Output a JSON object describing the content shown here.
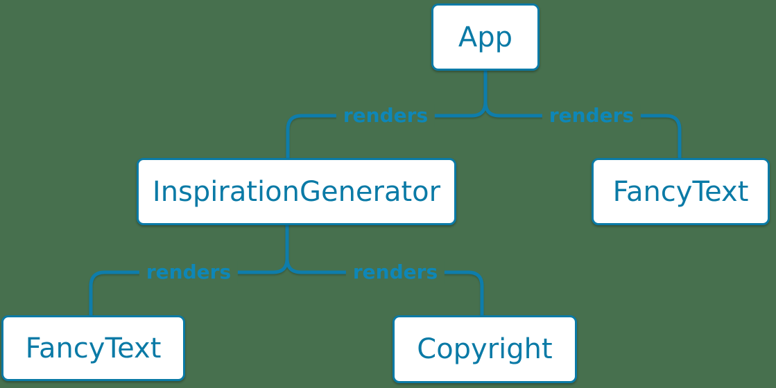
{
  "diagram": {
    "type": "component-render-tree",
    "background_color": "#47704e",
    "colors": {
      "edge_line": "#0e7dab",
      "edge_label": "#0e87b8",
      "node_border": "#0a7aa6",
      "node_fill": "#ffffff",
      "node_text": "#0a7aa6"
    },
    "nodes": [
      {
        "id": "app",
        "label": "App"
      },
      {
        "id": "inspiration-generator",
        "label": "InspirationGenerator"
      },
      {
        "id": "fancy-text-top",
        "label": "FancyText"
      },
      {
        "id": "fancy-text-bottom",
        "label": "FancyText"
      },
      {
        "id": "copyright",
        "label": "Copyright"
      }
    ],
    "edges": [
      {
        "from": "App",
        "to": "InspirationGenerator",
        "label": "renders"
      },
      {
        "from": "App",
        "to": "FancyText",
        "label": "renders"
      },
      {
        "from": "InspirationGenerator",
        "to": "FancyText",
        "label": "renders"
      },
      {
        "from": "InspirationGenerator",
        "to": "Copyright",
        "label": "renders"
      }
    ]
  }
}
